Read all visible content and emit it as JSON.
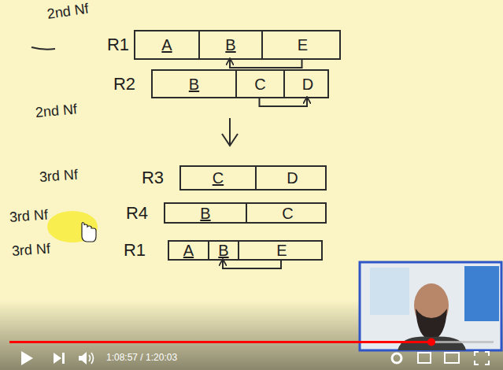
{
  "diagram": {
    "nodes": [
      {
        "text": [
          "R1"
        ]
      },
      {
        "text": [
          "A"
        ],
        "in": 0
      },
      {
        "text": [
          "B"
        ],
        "in": 0
      },
      {
        "text": [
          "E"
        ],
        "in": 0
      },
      {
        "text": [
          "R2"
        ]
      },
      {
        "text": [
          "B"
        ],
        "in": 4
      },
      {
        "text": [
          "C"
        ],
        "in": 4
      },
      {
        "text": [
          "D"
        ],
        "in": 4
      },
      {
        "text": [
          "R3"
        ]
      },
      {
        "text": [
          "C"
        ],
        "in": 8
      },
      {
        "text": [
          "D"
        ],
        "in": 8
      },
      {
        "text": [
          "R4"
        ]
      },
      {
        "text": [
          "B"
        ],
        "in": 11
      },
      {
        "text": [
          "C"
        ],
        "in": 11
      },
      {
        "text": [
          "R1"
        ]
      },
      {
        "text": [
          "A"
        ],
        "in": 14
      },
      {
        "text": [
          "B"
        ],
        "in": 14
      },
      {
        "text": [
          "E"
        ],
        "in": 14
      }
    ],
    "edges": [
      {
        "from": 3,
        "to": 2,
        "arrow": "to"
      },
      {
        "from": 6,
        "to": 7,
        "arrow": "to"
      },
      {
        "from": 17,
        "to": 16,
        "arrow": "to"
      }
    ],
    "labels": [
      "2nd Nf",
      "2nd Nf",
      "3rd Nf",
      "3rd Nf",
      "3rd Nf",
      "1:08:57 / 1:20:03"
    ]
  }
}
